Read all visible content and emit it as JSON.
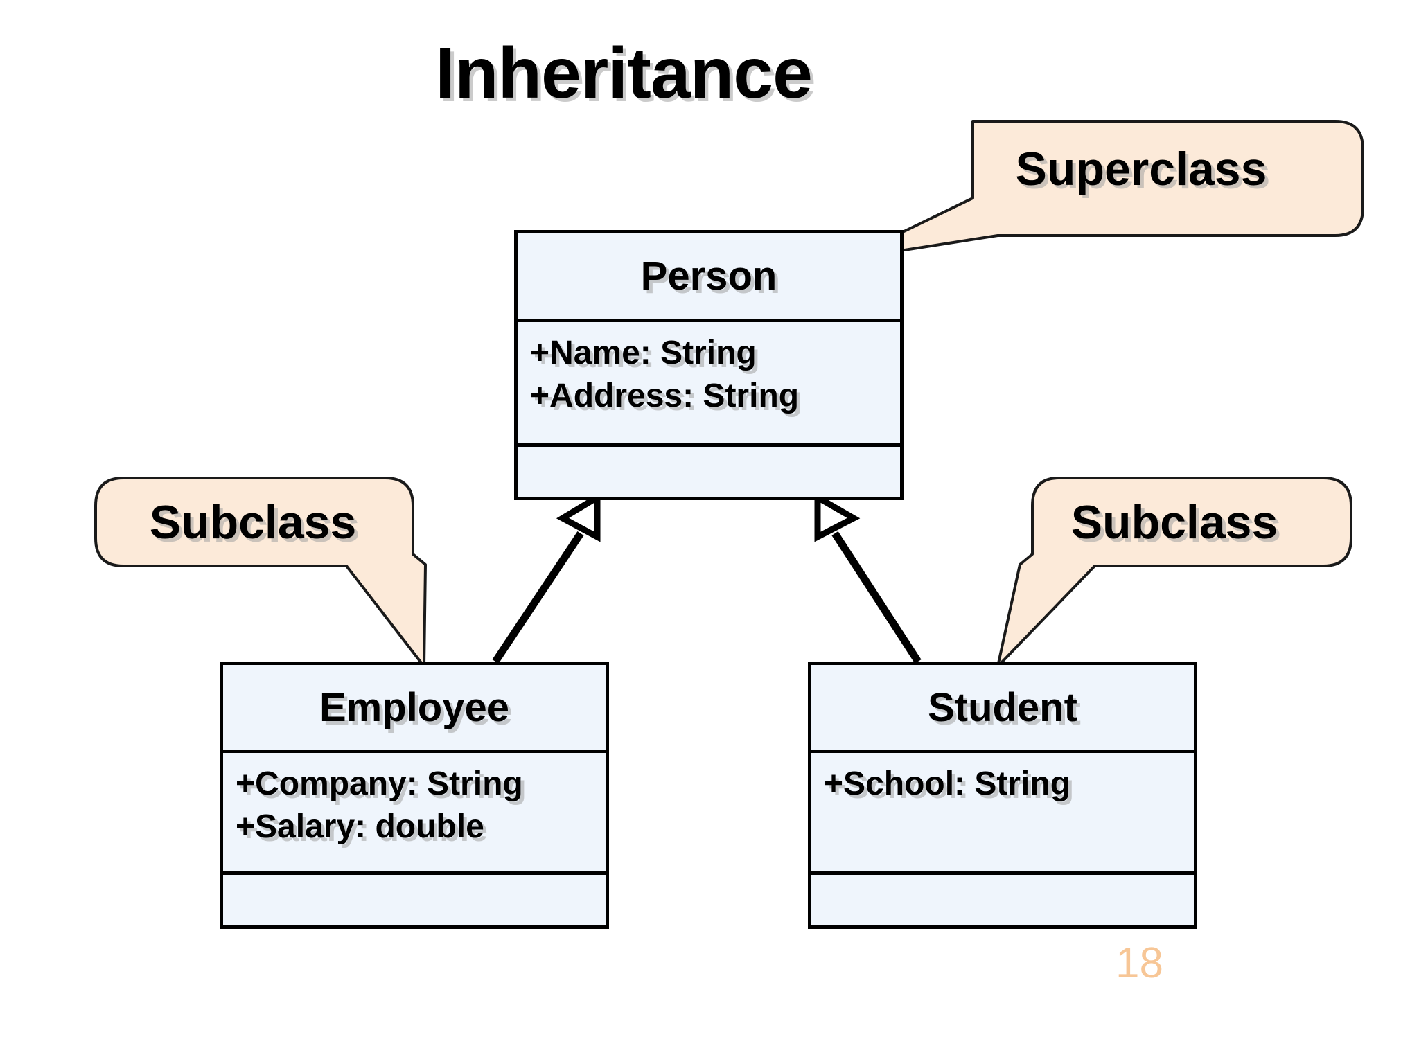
{
  "slide": {
    "title": "Inheritance",
    "page_number": "18",
    "background_color": "#ffffff"
  },
  "colors": {
    "class_box_fill": "#eff5fc",
    "class_box_border": "#000000",
    "callout_fill": "#fcead9",
    "callout_border": "#000000",
    "text": "#000000",
    "page_number": "#f7c696",
    "text_shadow": "#a0a0a0"
  },
  "diagram": {
    "type": "uml-class-diagram",
    "classes": [
      {
        "id": "person",
        "name": "Person",
        "role": "superclass",
        "attributes": [
          "+Name: String",
          "+Address: String"
        ],
        "operations": []
      },
      {
        "id": "employee",
        "name": "Employee",
        "role": "subclass",
        "attributes": [
          "+Company: String",
          "+Salary: double"
        ],
        "operations": []
      },
      {
        "id": "student",
        "name": "Student",
        "role": "subclass",
        "attributes": [
          "+School: String"
        ],
        "operations": []
      }
    ],
    "relationships": [
      {
        "type": "generalization",
        "from": "employee",
        "to": "person",
        "arrow": "hollow-triangle"
      },
      {
        "type": "generalization",
        "from": "student",
        "to": "person",
        "arrow": "hollow-triangle"
      }
    ],
    "callouts": [
      {
        "id": "callout-superclass",
        "label": "Superclass",
        "points_to": "person"
      },
      {
        "id": "callout-subclass-left",
        "label": "Subclass",
        "points_to": "employee"
      },
      {
        "id": "callout-subclass-right",
        "label": "Subclass",
        "points_to": "student"
      }
    ]
  }
}
